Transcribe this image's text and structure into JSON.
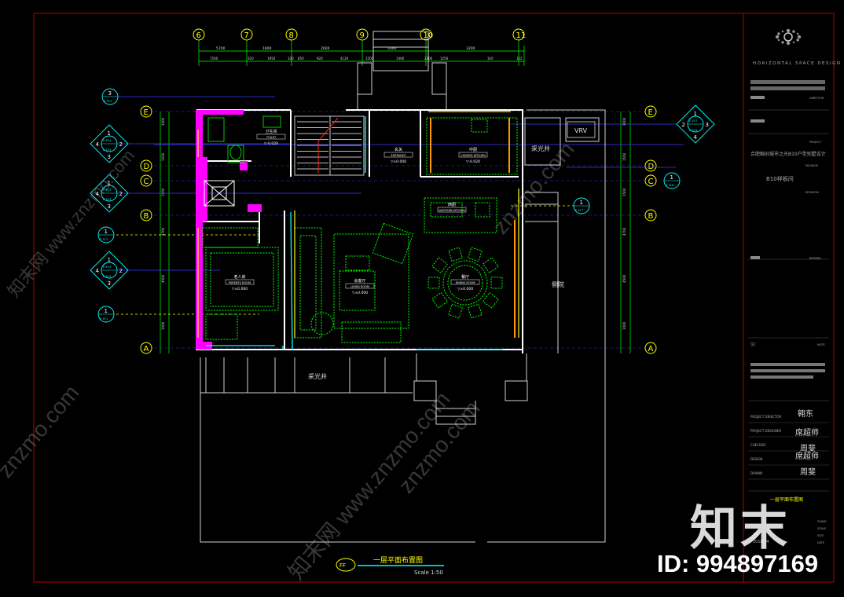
{
  "drawing": {
    "title": "一层平面布置图",
    "scale": "Scale 1:50",
    "view_tag": "FF",
    "grid_columns": [
      "6",
      "7",
      "8",
      "9",
      "10",
      "11"
    ],
    "grid_rows": [
      "E",
      "D",
      "C",
      "B",
      "A"
    ],
    "dims_top_1": [
      "5700",
      "1800",
      "2600",
      "3300",
      "3200"
    ],
    "dims_top_2": [
      "1500",
      "320",
      "1950",
      "320",
      "850",
      "920",
      "4120",
      "1500",
      "1400",
      "2300",
      "1250",
      "320",
      "122"
    ],
    "dims_left": [
      "1000",
      "1550",
      "1500",
      "4700",
      "4500",
      "1000"
    ],
    "dims_right": [
      "1000",
      "1550",
      "1500",
      "4700",
      "4500",
      "1000"
    ],
    "rooms": [
      {
        "id": "toilet",
        "zh": "卫生间",
        "en": "TOILET",
        "level": "▽-0.020"
      },
      {
        "id": "entrance",
        "zh": "玄关",
        "en": "ENTRANCE",
        "level": "▽±0.000"
      },
      {
        "id": "kitchen",
        "zh": "中厨",
        "en": "CHINESE KITCHEN",
        "level": "▽-0.020"
      },
      {
        "id": "western-kitchen",
        "zh": "西厨",
        "en": "WESTERN KITCHEN",
        "level": ""
      },
      {
        "id": "elder-room",
        "zh": "老人房",
        "en": "PARENTS ROOM",
        "level": "▽±0.000"
      },
      {
        "id": "living",
        "zh": "会客厅",
        "en": "LIVING ROOM",
        "level": "▽±0.000"
      },
      {
        "id": "dining",
        "zh": "餐厅",
        "en": "DINING ROOM",
        "level": "▽±0.000"
      }
    ],
    "labels": {
      "light_well_1": "采光井",
      "light_well_2": "采光井",
      "side_yard": "侧院",
      "vrv": "VRV"
    },
    "elev_markers": [
      "E.1F.4",
      "E.1F.3",
      "E.1F.2",
      "E.1F.1",
      "E.1F.5",
      "E.1F.6",
      "E.1F.7",
      "E.1F.8"
    ]
  },
  "title_block": {
    "company": "HORIZONTAL SPACE DESIGN",
    "project_name_label": "PROJECT",
    "project_name": "合肥融创城市之光B10户型别墅设计",
    "package_label": "PACKAGE",
    "package": "B10样板间",
    "revision_label": "REVISION",
    "notes_label": "注：",
    "notes_en": "NOTE",
    "roles": [
      "PROJECT DIRECTOR",
      "PROJECT DESIGNER",
      "CHECKED",
      "DESIGN",
      "DRAWN"
    ],
    "drawing_title": "一层平面布置图",
    "phase_labels": [
      "PHASE",
      "SCALE",
      "SIZE",
      "DATE"
    ],
    "size": "A3",
    "date": "2018.04"
  },
  "watermark": {
    "brand": "知末",
    "id_text": "ID: 994897169",
    "site": "znzmo.com",
    "site_cn": "知末网 www.znzmo.com"
  },
  "colors": {
    "wall": "#ffffff",
    "magenta": "#ff00ff",
    "green": "#00ff00",
    "cyan": "#00ffff",
    "yellow": "#ffff00",
    "blue": "#3b3bff",
    "orange": "#ff9900",
    "red": "#ff2222"
  }
}
